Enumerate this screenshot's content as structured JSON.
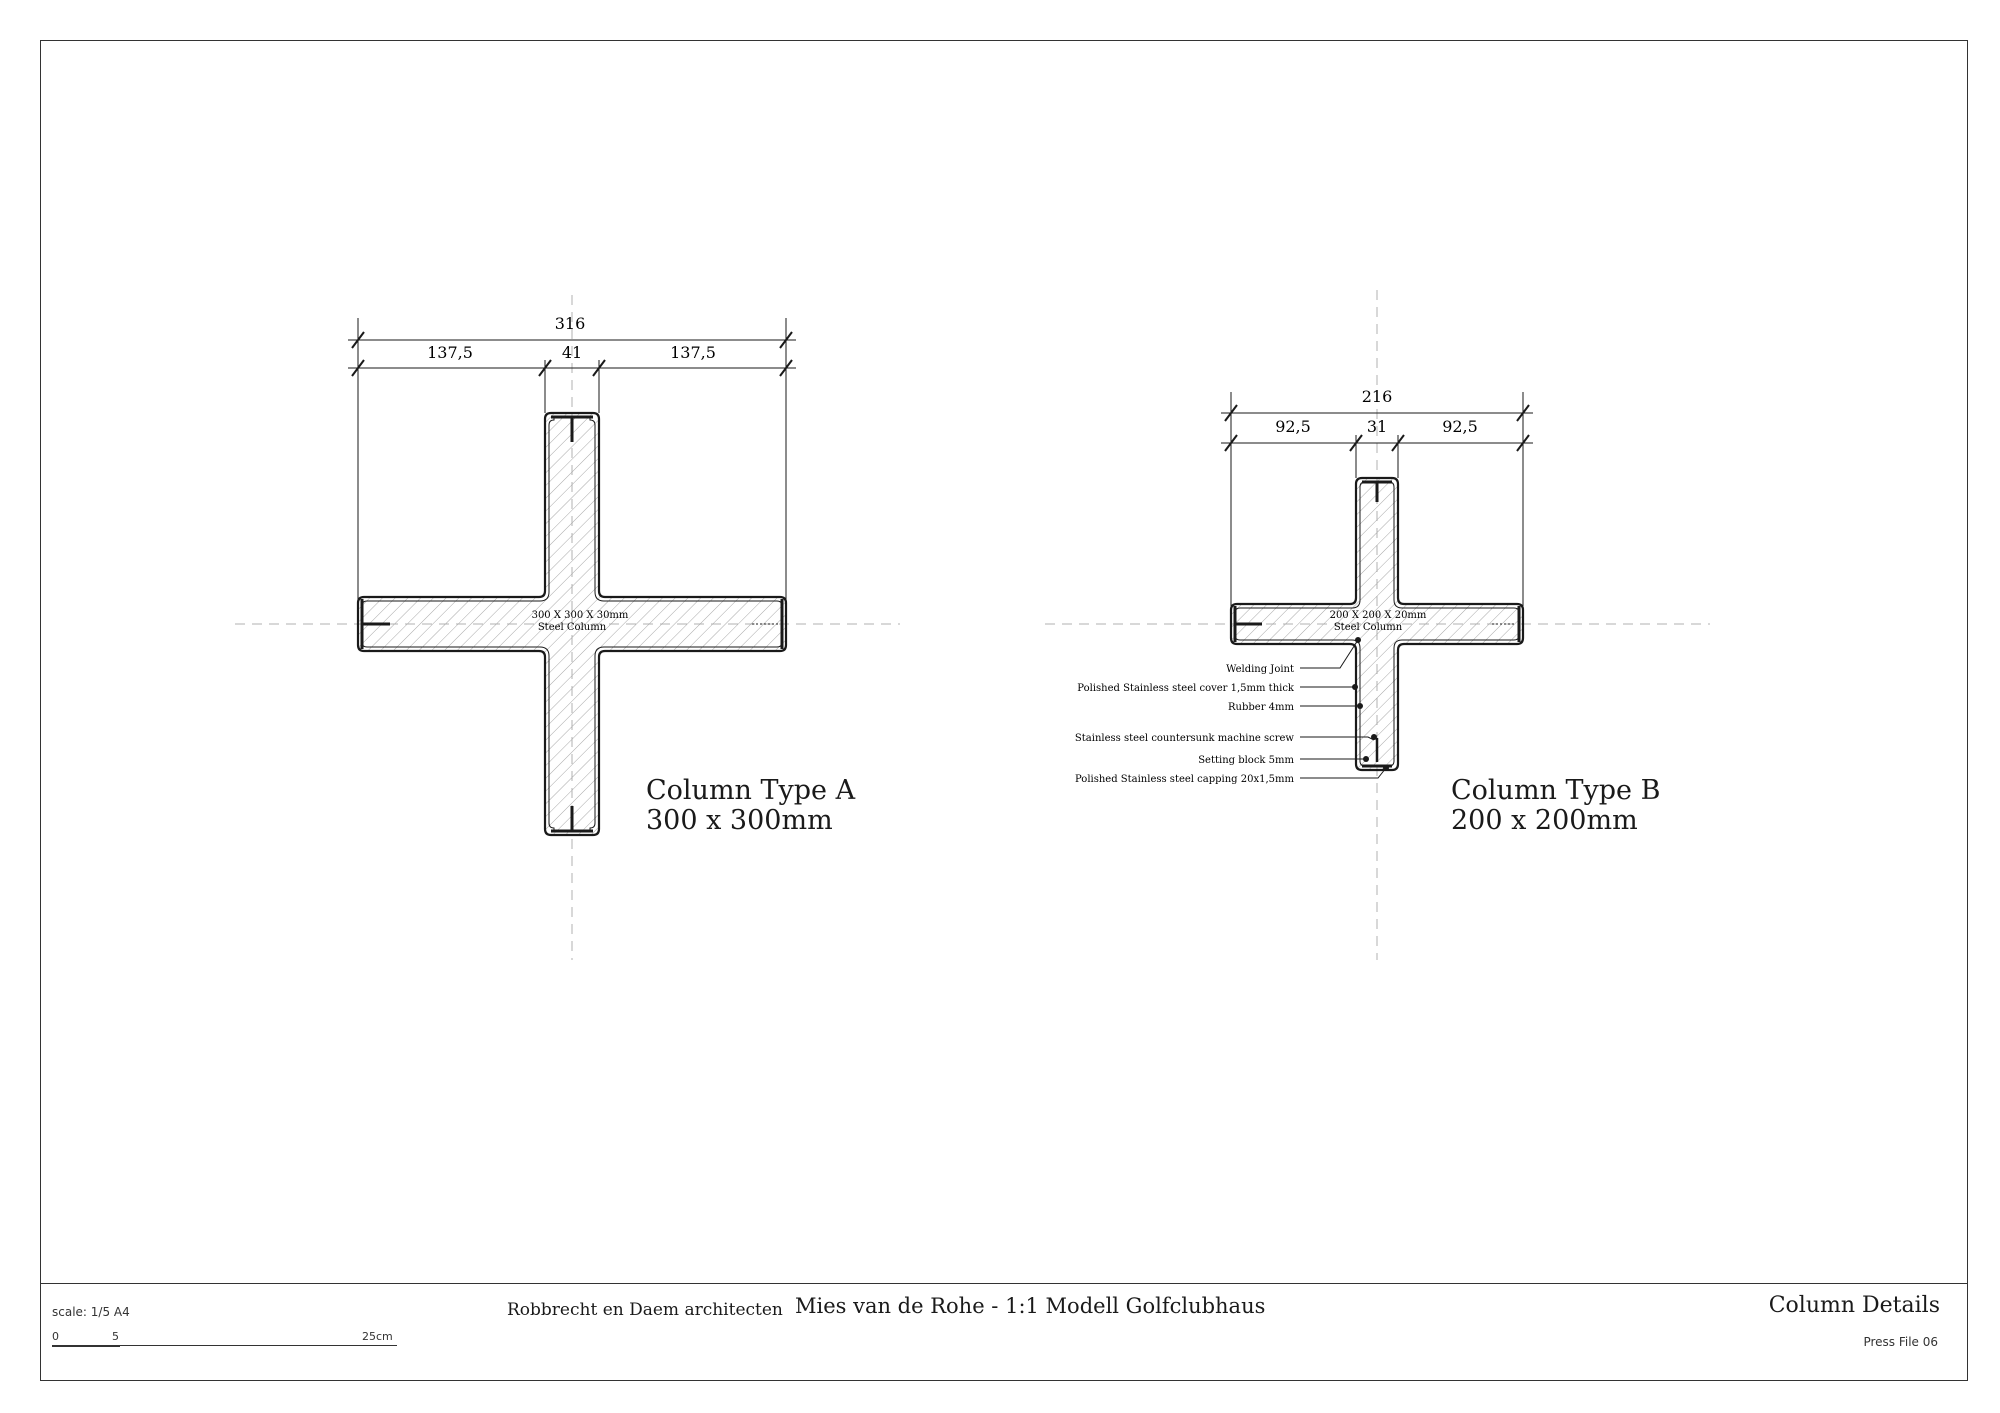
{
  "titleblock": {
    "scale": "scale: 1/5  A4",
    "scalebar_ticks": [
      "0",
      "5",
      "25cm"
    ],
    "firm": "Robbrecht en Daem architecten",
    "project": "Mies van de Rohe - 1:1 Modell  Golfclubhaus",
    "sheet_title": "Column Details",
    "press_file": "Press File 06"
  },
  "column_a": {
    "title": "Column Type A",
    "size": "300 x 300mm",
    "section_label_1": "300 X 300 X 30mm",
    "section_label_2": "Steel Column",
    "dim_overall": "316",
    "dim_left": "137,5",
    "dim_center": "41",
    "dim_right": "137,5"
  },
  "column_b": {
    "title": "Column Type B",
    "size": "200 x 200mm",
    "section_label_1": "200 X 200 X 20mm",
    "section_label_2": "Steel Column",
    "dim_overall": "216",
    "dim_left": "92,5",
    "dim_center": "31",
    "dim_right": "92,5",
    "callouts": [
      "Welding Joint",
      "Polished Stainless steel cover 1,5mm thick",
      "Rubber 4mm",
      "Stainless steel countersunk machine screw",
      "Setting block 5mm",
      "Polished Stainless steel capping 20x1,5mm"
    ]
  },
  "colors": {
    "line": "#1a1a1a",
    "hatch": "#9a9a9a",
    "axis": "#aaaaaa"
  }
}
